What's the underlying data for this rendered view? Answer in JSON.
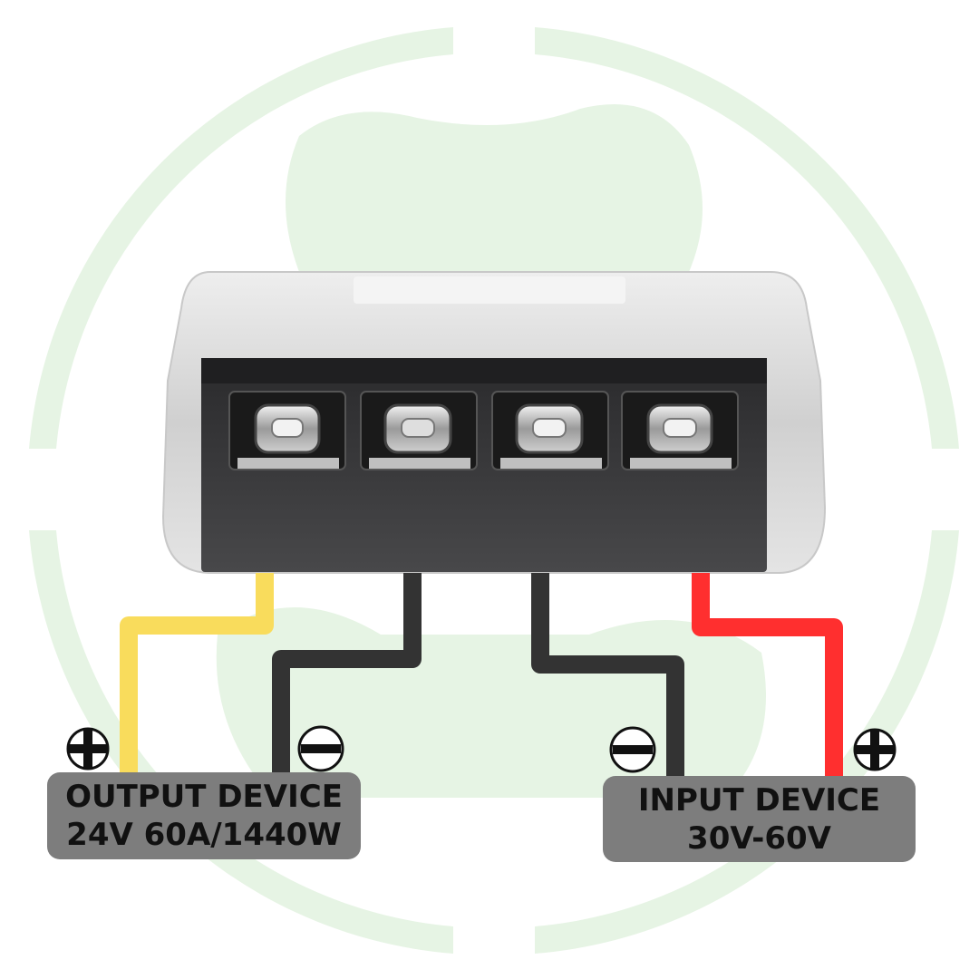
{
  "output_device": {
    "title": "OUTPUT DEVICE",
    "rating": "24V 60A/1440W"
  },
  "input_device": {
    "title": "INPUT DEVICE",
    "range": "30V-60V"
  },
  "terminals": [
    {
      "name": "output-positive",
      "wire_color": "#f9dc5c",
      "polarity": "positive"
    },
    {
      "name": "output-negative",
      "wire_color": "#333333",
      "polarity": "negative"
    },
    {
      "name": "input-negative",
      "wire_color": "#333333",
      "polarity": "negative"
    },
    {
      "name": "input-positive",
      "wire_color": "#ff2f2f",
      "polarity": "positive"
    }
  ],
  "colors": {
    "background_logo": "#e6f4e4",
    "label_box": "#7d7d7d",
    "terminal_block": "#3a3a3c",
    "housing": "#d9d9d9"
  },
  "icons": [
    "plus-circle-icon",
    "minus-circle-icon",
    "background-logo-icon"
  ]
}
